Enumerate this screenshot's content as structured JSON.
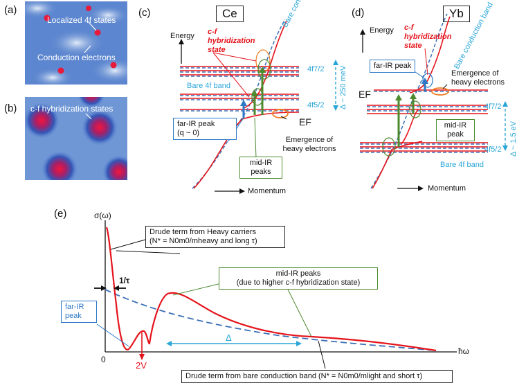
{
  "panel_a": {
    "label": "(a)",
    "localized_label": "Localized 4f states",
    "conduction_label": "Conduction electrons"
  },
  "panel_b": {
    "label": "(b)",
    "hybrid_label": "c-f hybridization states"
  },
  "panel_c": {
    "label": "(c)",
    "element": "Ce",
    "energy_axis": "Energy",
    "momentum_axis": "Momentum",
    "cf_state": "c-f hybridization state",
    "bare_conduction": "Bare conduction band",
    "bare_4f": "Bare 4f band",
    "level_upper": "4f7/2",
    "level_lower": "4f5/2",
    "delta": "Δ ~ 250 meV",
    "fermi": "EF",
    "far_ir": "far-IR peak",
    "far_ir_q": "(q ~ 0)",
    "mid_ir": "mid-IR peaks",
    "heavy": "Emergence of heavy electrons"
  },
  "panel_d": {
    "label": "(d)",
    "element": "Yb",
    "energy_axis": "Energy",
    "momentum_axis": "Momentum",
    "cf_state": "c-f hybridization state",
    "bare_conduction": "Bare conduction band",
    "bare_4f": "Bare 4f band",
    "level_upper": "4f7/2",
    "level_lower": "4f5/2",
    "delta": "Δ ~ 1.5 eV",
    "fermi": "EF",
    "far_ir": "far-IR peak",
    "mid_ir": "mid-IR peak",
    "heavy": "Emergence of heavy electrons"
  },
  "panel_e": {
    "label": "(e)",
    "yaxis": "σ(ω)",
    "xaxis": "ħω",
    "origin": "0",
    "two_v": "2V",
    "inv_tau": "1/τ",
    "delta": "Δ",
    "drude_heavy_1": "Drude term from Heavy carriers",
    "drude_heavy_2": "(N* = N0m0/mheavy and long τ)",
    "mid_ir_1": "mid-IR peaks",
    "mid_ir_2": "(due to higher c-f hybridization state)",
    "far_ir": "far-IR peak",
    "drude_bare": "Drude term from bare conduction band (N* = N0m0/mlight and short τ)"
  },
  "colors": {
    "red_curve": "#e5131b",
    "blue_dashed": "#3b6fb6",
    "cyan_text": "#29a6d8",
    "green": "#4d8a2e",
    "orange": "#f07b1f"
  }
}
